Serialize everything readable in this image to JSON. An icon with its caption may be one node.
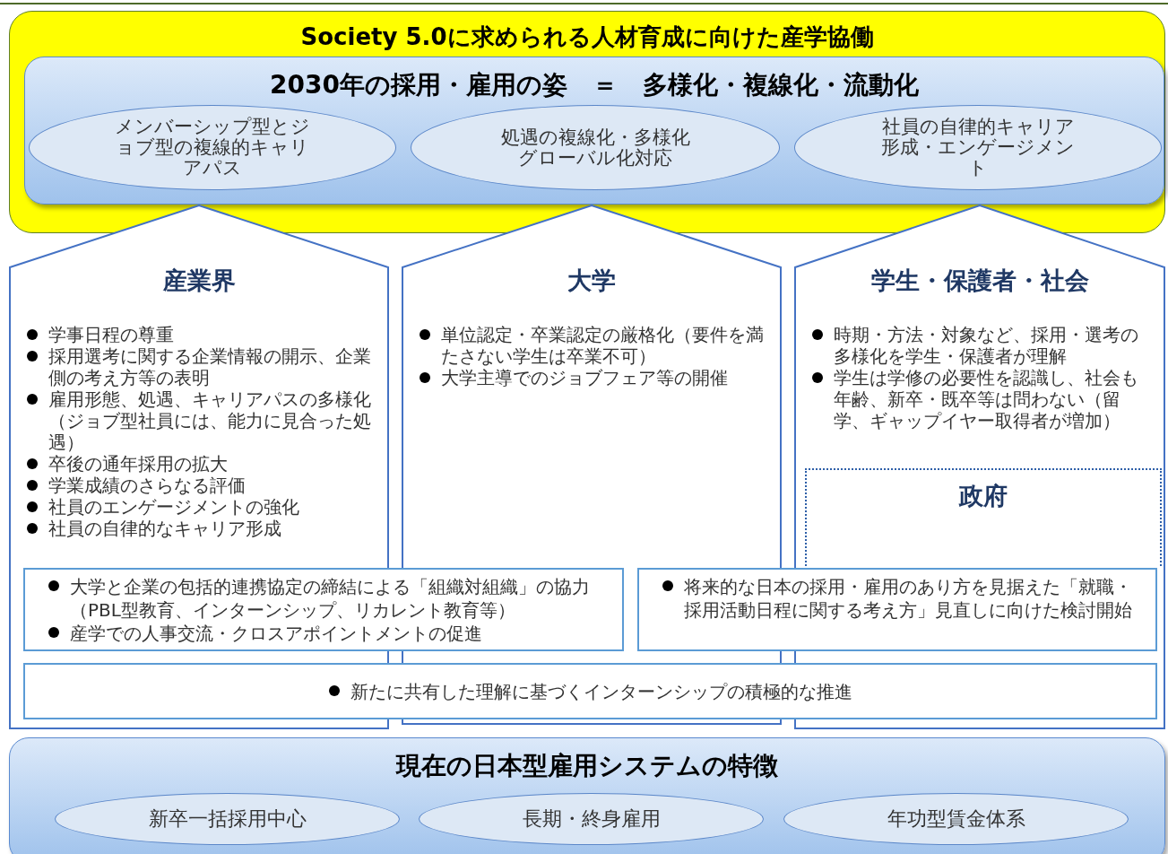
{
  "diagram": {
    "nodes": [
      {
        "text": [
          "Society 5.0に求められる人材育成に向けた産学協働"
        ]
      },
      {
        "text": [
          "2030年の採用・雇用の姿　＝　多様化・複線化・流動化"
        ],
        "in": 0
      },
      {
        "text": [
          "メンバーシップ型とジョブ型の複線的キャリアパス"
        ],
        "in": 1
      },
      {
        "text": [
          "処遇の複線化・多様化グローバル化対応"
        ],
        "in": 1
      },
      {
        "text": [
          "社員の自律的キャリア形成・エンゲージメント"
        ],
        "in": 1
      },
      {
        "text": [
          "産業界",
          "学事日程の尊重",
          "採用選考に関する企業情報の開示、企業側の考え方等の表明",
          "雇用形態、処遇、キャリアパスの多様化（ジョブ型社員には、能力に見合った処遇）",
          "卒後の通年採用の拡大",
          "学業成績のさらなる評価",
          "社員のエンゲージメントの強化",
          "社員の自律的なキャリア形成"
        ]
      },
      {
        "text": [
          "大学",
          "単位認定・卒業認定の厳格化（要件を満たさない学生は卒業不可）",
          "大学主導でのジョブフェア等の開催"
        ]
      },
      {
        "text": [
          "学生・保護者・社会",
          "時期・方法・対象など、採用・選考の多様化を学生・保護者が理解",
          "学生は学修の必要性を認識し、社会も年齢、新卒・既卒等は問わない（留学、ギャップイヤー取得者が増加）"
        ]
      },
      {
        "text": [
          "政府"
        ],
        "in": 7
      },
      {
        "text": [
          "大学と企業の包括的連携協定の締結による「組織対組織」の協力（PBL型教育、インターンシップ、リカレント教育等）",
          "産学での人事交流・クロスアポイントメントの促進"
        ]
      },
      {
        "text": [
          "将来的な日本の採用・雇用のあり方を見据えた「就職・採用活動日程に関する考え方」見直しに向けた検討開始"
        ]
      },
      {
        "text": [
          "新たに共有した理解に基づくインターンシップの積極的な推進"
        ]
      },
      {
        "text": [
          "現在の日本型雇用システムの特徴"
        ]
      },
      {
        "text": [
          "新卒一括採用中心"
        ],
        "in": 12
      },
      {
        "text": [
          "長期・終身雇用"
        ],
        "in": 12
      },
      {
        "text": [
          "年功型賃金体系"
        ],
        "in": 12
      }
    ]
  }
}
